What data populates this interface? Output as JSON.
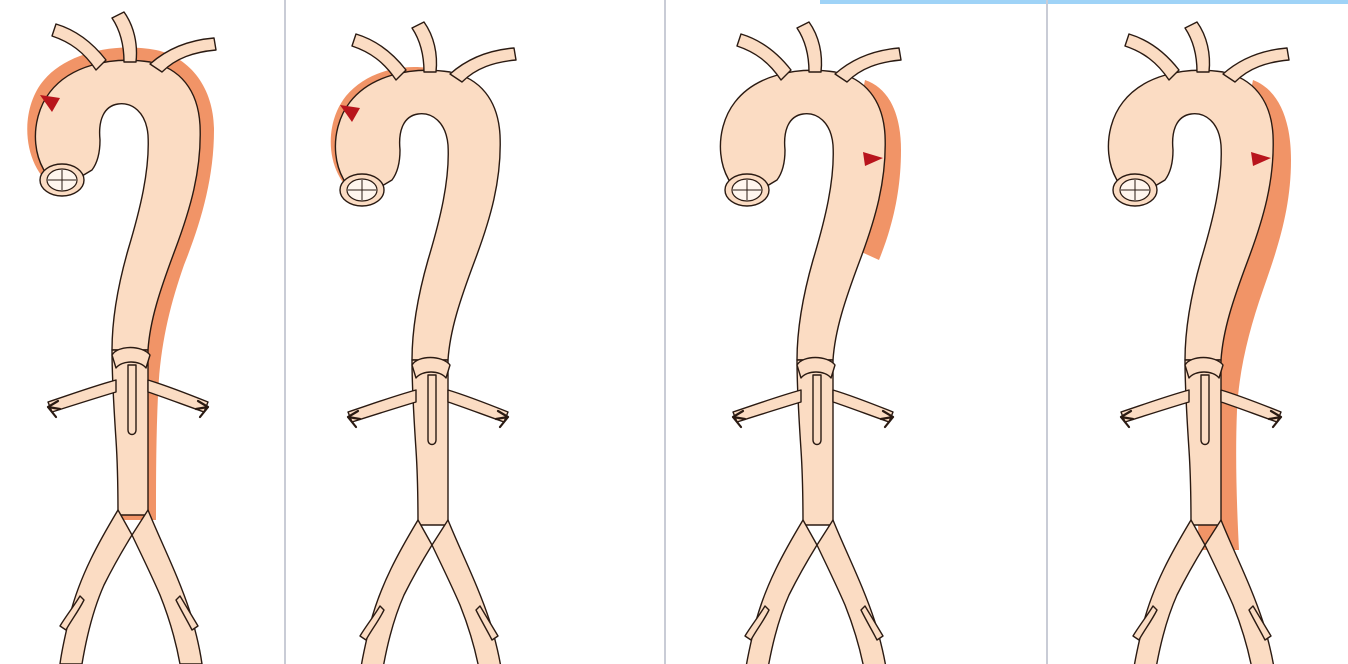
{
  "figure": {
    "panel_count": 4,
    "colors": {
      "vessel_fill": "#fbdcc3",
      "vessel_outline": "#2a1a12",
      "dissection_fill": "#f08e5f",
      "entry_tear": "#b8141c",
      "divider": "#c9ccd6",
      "top_accent": "#9fd3f7",
      "background": "#ffffff"
    },
    "panels": [
      {
        "dissection_extent": "ascending-arch-and-descending-to-iliacs",
        "entry_tear_site": "ascending-aorta"
      },
      {
        "dissection_extent": "ascending-aorta-only",
        "entry_tear_site": "ascending-aorta"
      },
      {
        "dissection_extent": "proximal-descending-aorta-only",
        "entry_tear_site": "descending-aorta"
      },
      {
        "dissection_extent": "descending-aorta-to-iliacs",
        "entry_tear_site": "descending-aorta"
      }
    ]
  }
}
